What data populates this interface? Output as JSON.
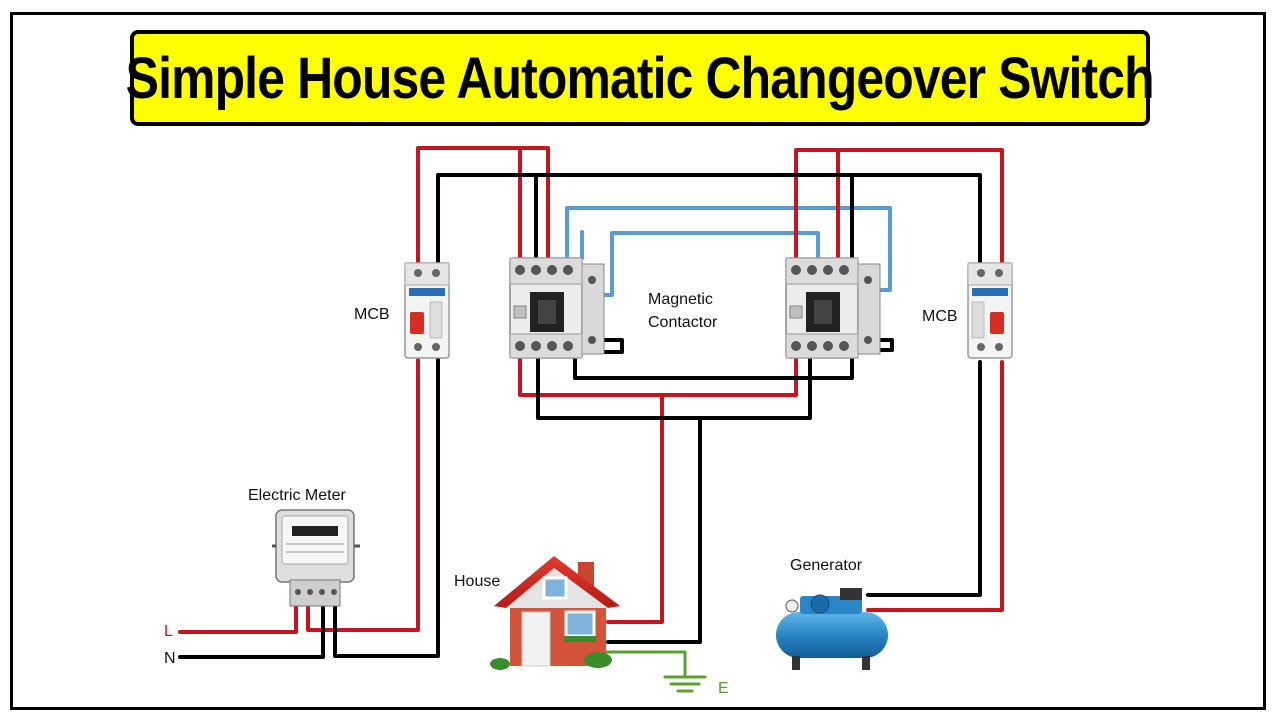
{
  "title": "Simple House Automatic Changeover Switch",
  "labels": {
    "mcb_left": "MCB",
    "mcb_right": "MCB",
    "contactor_line1": "Magnetic",
    "contactor_line2": "Contactor",
    "meter": "Electric Meter",
    "house": "House",
    "generator": "Generator",
    "line": "L",
    "neutral": "N",
    "earth": "E"
  },
  "colors": {
    "live_wire": "#c8141e",
    "neutral_wire": "#000000",
    "control_wire": "#5b9bd5",
    "earth_wire": "#4caf50",
    "banner": "#ffff00"
  }
}
